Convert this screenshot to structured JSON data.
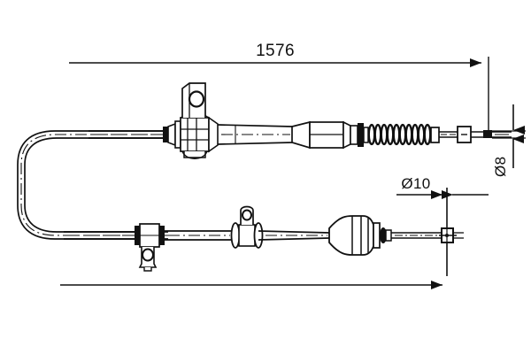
{
  "drawing": {
    "title": "Handbrake Cable Technical Drawing",
    "background_color": "#ffffff",
    "line_color": "#111111",
    "dimensions": {
      "overall_length": {
        "label": "1576",
        "unit_implied": "mm",
        "position": "top",
        "arrow_direction": "right"
      },
      "end_diameter_upper": {
        "label": "Ø8",
        "orientation": "vertical-rotated",
        "position": "right"
      },
      "end_diameter_lower": {
        "label": "Ø10",
        "orientation": "horizontal",
        "position": "middle-right"
      },
      "lower_length": {
        "label": "",
        "position": "bottom",
        "arrow_direction": "right"
      }
    },
    "components": {
      "upper_cable": {
        "name": "upper-cable-run",
        "bracket_label": "",
        "features": [
          "u-bend",
          "center-clamp-bracket",
          "tapered-ferrule",
          "coil-spring-boot",
          "end-rod",
          "end-terminal"
        ]
      },
      "lower_cable": {
        "name": "lower-cable-run",
        "features": [
          "u-bend",
          "clamp-with-mounting-tab",
          "center-bracket-with-eye",
          "conical-bellows-boot",
          "end-rod",
          "end-terminal"
        ]
      }
    }
  }
}
